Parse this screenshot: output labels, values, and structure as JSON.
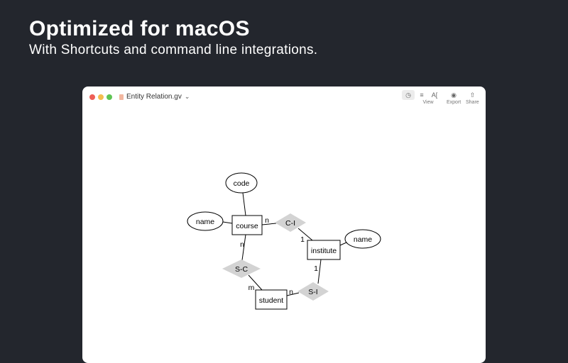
{
  "hero": {
    "title": "Optimized for macOS",
    "subtitle": "With Shortcuts and command line integrations."
  },
  "window": {
    "filename": "Entity Relation.gv",
    "toolbar": {
      "view_label": "View",
      "export_label": "Export",
      "share_label": "Share"
    },
    "colors": {
      "close": "#ee5f57",
      "minimize": "#f4bd4f",
      "zoom": "#5fc454"
    }
  },
  "graph": {
    "attributes": {
      "code": "code",
      "course_name": "name",
      "institute_name": "name"
    },
    "entities": {
      "course": "course",
      "institute": "institute",
      "student": "student"
    },
    "relations": {
      "ci": "C-I",
      "sc": "S-C",
      "si": "S-I"
    },
    "cardinalities": {
      "course_ci": "n",
      "ci_institute": "1",
      "course_sc": "n",
      "sc_student": "m",
      "student_si": "n",
      "si_institute": "1"
    }
  }
}
